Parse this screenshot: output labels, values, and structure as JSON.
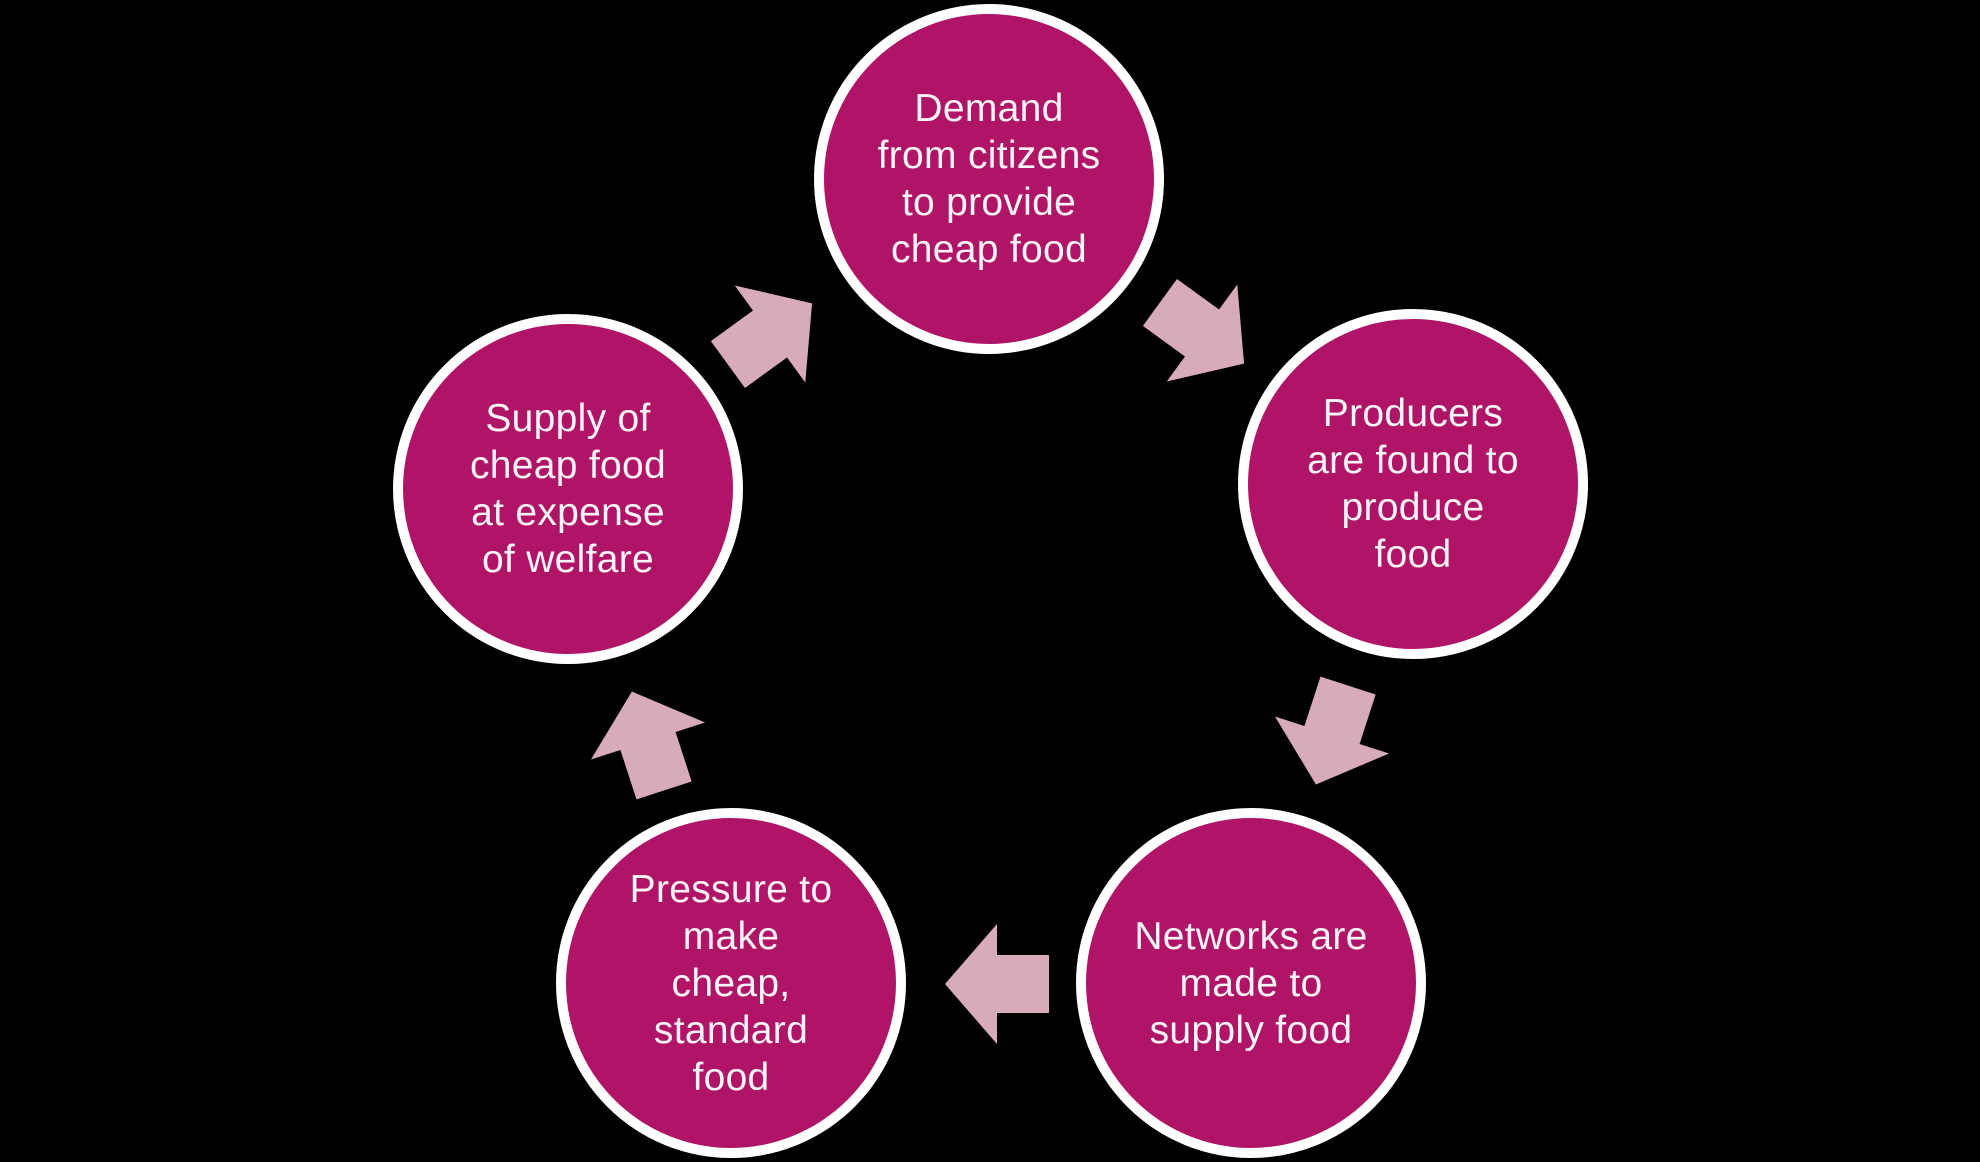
{
  "colors": {
    "background": "#000000",
    "node_fill": "#b01467",
    "node_ring": "#ffffff",
    "arrow_fill": "#d7aabc",
    "text": "#fbf4f8"
  },
  "diagram": {
    "type": "cycle",
    "direction": "clockwise",
    "nodes": [
      {
        "id": "demand",
        "position": "top",
        "label": "Demand\nfrom citizens\nto provide\ncheap food"
      },
      {
        "id": "producers",
        "position": "right",
        "label": "Producers\nare found to\nproduce\nfood"
      },
      {
        "id": "networks",
        "position": "bottom-right",
        "label": "Networks are\nmade to\nsupply food"
      },
      {
        "id": "pressure",
        "position": "bottom-left",
        "label": "Pressure to\nmake\ncheap,\nstandard\nfood"
      },
      {
        "id": "supply",
        "position": "left",
        "label": "Supply of\ncheap food\nat expense\nof welfare"
      }
    ],
    "arrows": [
      {
        "from": "demand",
        "to": "producers"
      },
      {
        "from": "producers",
        "to": "networks"
      },
      {
        "from": "networks",
        "to": "pressure"
      },
      {
        "from": "pressure",
        "to": "supply"
      },
      {
        "from": "supply",
        "to": "demand"
      }
    ]
  }
}
